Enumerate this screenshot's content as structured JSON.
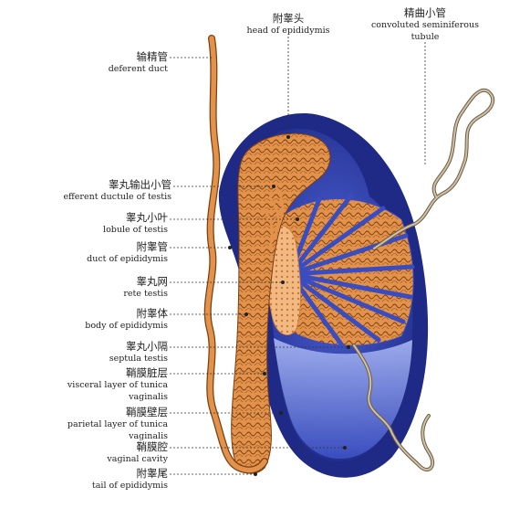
{
  "labels": {
    "head_epididymis": {
      "zh": "附睾头",
      "en": "head of epididymis"
    },
    "convoluted_tubule": {
      "zh": "精曲小管",
      "en1": "convoluted seminiferous",
      "en2": "tubule"
    },
    "deferent_duct": {
      "zh": "输精管",
      "en": "deferent duct"
    },
    "efferent_ductule": {
      "zh": "睾丸输出小管",
      "en": "efferent ductule of testis"
    },
    "lobule_testis": {
      "zh": "睾丸小叶",
      "en": "lobule of testis"
    },
    "duct_epididymis": {
      "zh": "附睾管",
      "en": "duct of epididymis"
    },
    "rete_testis": {
      "zh": "睾丸网",
      "en": "rete testis"
    },
    "body_epididymis": {
      "zh": "附睾体",
      "en": "body of epididymis"
    },
    "septula_testis": {
      "zh": "睾丸小隔",
      "en": "septula testis"
    },
    "visceral_layer": {
      "zh": "鞘膜脏层",
      "en1": "visceral layer of tunica",
      "en2": "vaginalis"
    },
    "parietal_layer": {
      "zh": "鞘膜壁层",
      "en1": "parietal layer of tunica",
      "en2": "vaginalis"
    },
    "vaginal_cavity": {
      "zh": "鞘膜腔",
      "en": "vaginal cavity"
    },
    "tail_epididymis": {
      "zh": "附睾尾",
      "en": "tail of epididymis"
    }
  },
  "colors": {
    "tunica_dark": "#1e2a86",
    "tunica_mid": "#3a4dc0",
    "cavity": "#6f82e0",
    "tubule": "#e2924a",
    "tubule_light": "#f2b983",
    "tubule_outline": "#7a3f12",
    "convoluted_tubule": "#a8957a"
  }
}
